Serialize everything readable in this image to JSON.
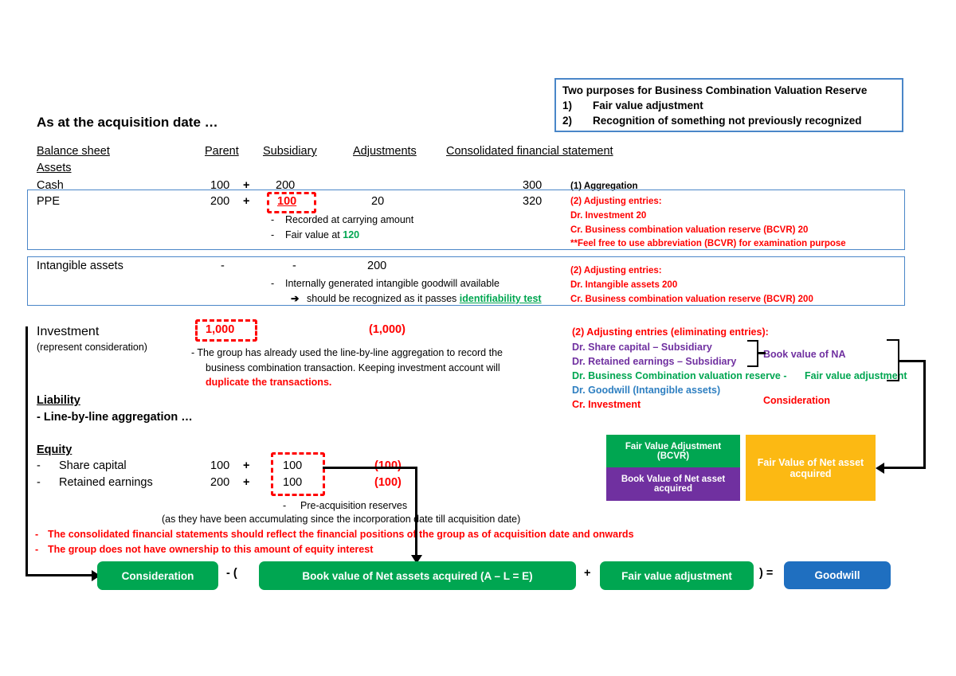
{
  "callout": {
    "heading": "Two purposes for Business Combination Valuation Reserve",
    "items": [
      {
        "num": "1)",
        "text": "Fair value adjustment"
      },
      {
        "num": "2)",
        "text": "Recognition of something not previously recognized"
      }
    ]
  },
  "title": "As at the acquisition date …",
  "columns": {
    "balance_sheet": "Balance sheet",
    "parent": "Parent",
    "subsidiary": "Subsidiary",
    "adjustments": "Adjustments",
    "consolidated": "Consolidated financial statement"
  },
  "assets_label": "Assets",
  "rows": {
    "cash": {
      "label": "Cash",
      "parent": "100",
      "plus": "+",
      "subsidiary": "200",
      "adjustments": "",
      "consolidated": "300",
      "note": "(1) Aggregation"
    },
    "ppe": {
      "label": "PPE",
      "parent": "200",
      "plus": "+",
      "subsidiary": "100",
      "adjustments": "20",
      "consolidated": "320",
      "bullets": [
        {
          "dash": "-",
          "text": "Recorded at carrying amount"
        },
        {
          "dash": "-",
          "text": "Fair value at ",
          "value": "120"
        }
      ],
      "entries": [
        "(2) Adjusting entries:",
        "Dr. Investment   20",
        " Cr. Business combination valuation reserve (BCVR)    20",
        "**Feel free to use abbreviation (BCVR) for examination purpose"
      ]
    },
    "intangible": {
      "label": "Intangible assets",
      "parent": "-",
      "plus": "-",
      "subsidiary": "",
      "adjustments": "200",
      "consolidated": "",
      "bullets": [
        {
          "dash": "-",
          "text": "Internally generated intangible goodwill available"
        },
        {
          "arrow": "➔",
          "text": "should be recognized as it passes ",
          "link": "identifiability test"
        }
      ],
      "entries": [
        "(2) Adjusting entries:",
        "Dr. Intangible assets 200",
        " Cr. Business combination valuation reserve (BCVR)   200"
      ]
    }
  },
  "investment": {
    "label": "Investment",
    "sublabel": "(represent consideration)",
    "subsidiary": "1,000",
    "adjustments": "(1,000)",
    "note_lines": [
      "-  The group has already used the line-by-line aggregation to record the",
      "business combination transaction. Keeping investment account will"
    ],
    "note_red": "duplicate the transactions.",
    "entries": {
      "heading": "(2) Adjusting entries (eliminating entries):",
      "line1": "Dr. Share capital – Subsidiary",
      "line2": "Dr. Retained earnings – Subsidiary",
      "bracket_label": "Book value of NA",
      "line3": "Dr. Business Combination valuation reserve  -",
      "line3b": "Fair value adjustment",
      "line4": "Dr. Goodwill (Intangible assets)",
      "line5": " Cr. Investment",
      "consideration_label": "Consideration"
    }
  },
  "liability": {
    "heading": "Liability",
    "line": "- Line-by-line aggregation …"
  },
  "equity": {
    "heading": "Equity",
    "rows": [
      {
        "dash": "-",
        "label": "Share capital",
        "parent": "100",
        "plus": "+",
        "subsidiary": "100",
        "adjustments": "(100)"
      },
      {
        "dash": "-",
        "label": "Retained earnings",
        "parent": "200",
        "plus": "+",
        "subsidiary": "100",
        "adjustments": "(100)"
      }
    ],
    "note1_dash": "-",
    "note1": "Pre-acquisition reserves",
    "note2": "(as they have been accumulating since the incorporation date till acquisition date)",
    "red_bullets": [
      {
        "dash": "-",
        "text": "The consolidated financial statements should reflect the financial positions of the group as of acquisition date and onwards"
      },
      {
        "dash": "-",
        "text": "The group does not have ownership to this amount of equity interest"
      }
    ]
  },
  "legend_boxes": {
    "fair_value_adjustment": "Fair Value Adjustment (BCVR)",
    "book_value_net_asset": "Book Value of Net asset acquired",
    "fair_value_net_asset": "Fair Value of Net asset acquired"
  },
  "formula": {
    "consideration": "Consideration",
    "minus_paren": "- (",
    "book_value": "Book value of Net assets acquired (A – L  = E)",
    "plus": "+",
    "fair_value_adj": "Fair value adjustment",
    "close_equals": ") =",
    "goodwill": "Goodwill"
  },
  "colors": {
    "green": "#00a651",
    "purple": "#7030a0",
    "orange": "#fcb913",
    "blue": "#1f6fc0",
    "red": "#ff0000",
    "border_blue": "#4a86c8"
  }
}
